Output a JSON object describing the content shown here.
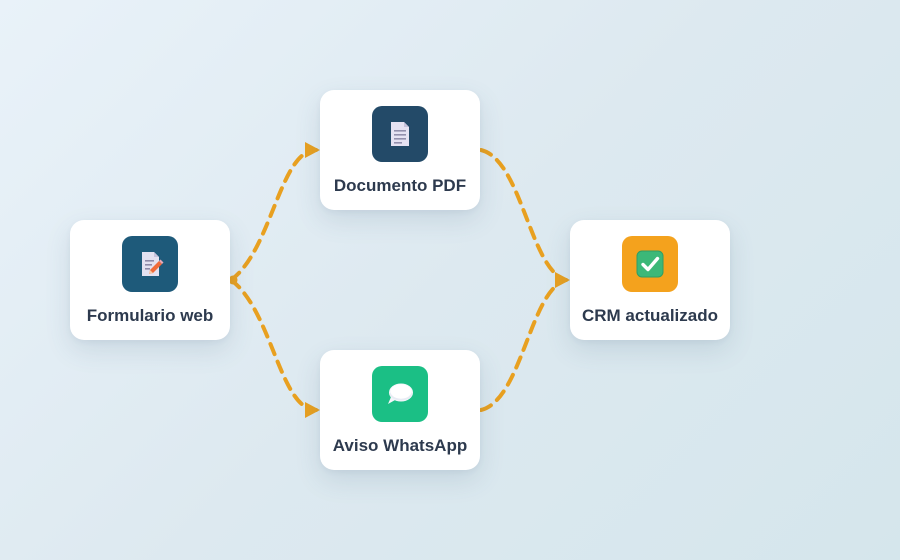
{
  "diagram": {
    "type": "flow",
    "edge_color": "#e8a020",
    "nodes": [
      {
        "id": "formulario",
        "label": "Formulario web",
        "icon": "form-document-pencil-icon",
        "tile_color": "#1e5a7a"
      },
      {
        "id": "pdf",
        "label": "Documento PDF",
        "icon": "document-icon",
        "tile_color": "#234a68"
      },
      {
        "id": "whatsapp",
        "label": "Aviso WhatsApp",
        "icon": "speech-bubble-icon",
        "tile_color": "#1bbf85"
      },
      {
        "id": "crm",
        "label": "CRM actualizado",
        "icon": "check-box-icon",
        "tile_color": "#f4a21d"
      }
    ],
    "edges": [
      {
        "from": "formulario",
        "to": "pdf"
      },
      {
        "from": "formulario",
        "to": "whatsapp"
      },
      {
        "from": "pdf",
        "to": "crm"
      },
      {
        "from": "whatsapp",
        "to": "crm"
      }
    ]
  }
}
